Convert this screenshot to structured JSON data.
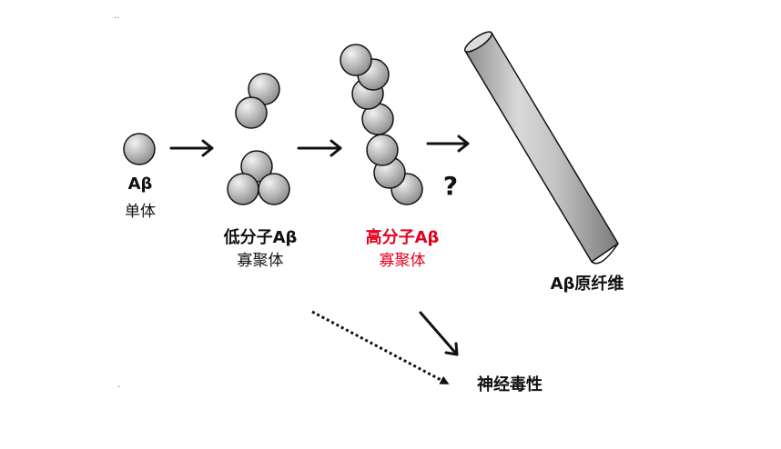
{
  "stages": {
    "monomer": {
      "line1": "Aβ",
      "line2": "单体"
    },
    "low_oligomer": {
      "line1": "低分子Aβ",
      "line2": "寡聚体"
    },
    "high_oligomer": {
      "line1": "高分子Aβ",
      "line2": "寡聚体"
    },
    "fibril": {
      "label": "Aβ原纤维"
    }
  },
  "question_mark": "?",
  "toxicity": "神经毒性",
  "colors": {
    "text": "#111111",
    "highlight": "#e3001b",
    "sphere_fill": "#b8b8b8",
    "outline": "#111111"
  },
  "icons": [
    "sphere-icon",
    "arrow-right-icon",
    "dotted-arrow-icon",
    "fibril-cylinder-icon"
  ]
}
